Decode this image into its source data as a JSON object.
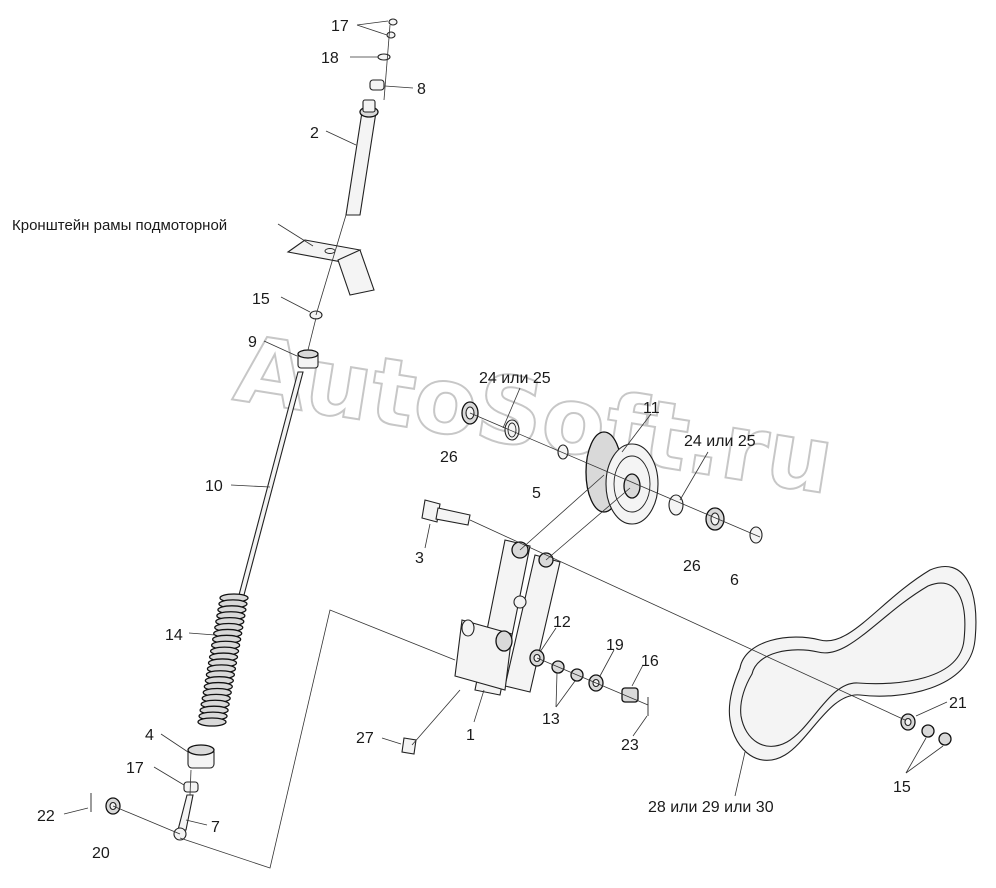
{
  "bracket_label": "Кронштейн рамы подмоторной",
  "watermark": "AutoSoft.ru",
  "labels": {
    "p17a": "17",
    "p18": "18",
    "p8": "8",
    "p2": "2",
    "p15a": "15",
    "p9": "9",
    "p10": "10",
    "p14": "14",
    "p4": "4",
    "p17b": "17",
    "p22": "22",
    "p20": "20",
    "p7": "7",
    "p24a": "24 или 25",
    "p26a": "26",
    "p5": "5",
    "p11": "11",
    "p24b": "24 или 25",
    "p26b": "26",
    "p6": "6",
    "p3": "3",
    "p12": "12",
    "p19": "19",
    "p16": "16",
    "p13": "13",
    "p1": "1",
    "p23": "23",
    "p27": "27",
    "p21": "21",
    "p15b": "15",
    "p28": "28 или 29 или 30"
  }
}
